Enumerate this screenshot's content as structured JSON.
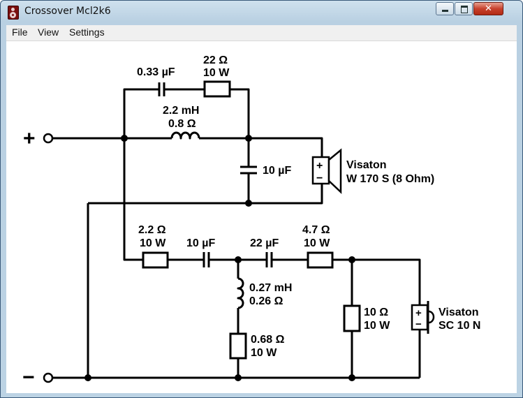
{
  "window": {
    "title": "Crossover Mcl2k6",
    "close_glyph": "✕"
  },
  "menu": {
    "items": [
      "File",
      "View",
      "Settings"
    ]
  },
  "schematic": {
    "terminals": {
      "plus": "+",
      "minus": "−"
    },
    "tweeter_branch": {
      "capacitor": "0.33 µF",
      "resistor_ohm": "22 Ω",
      "resistor_watt": "10 W",
      "inductor_h": "2.2 mH",
      "inductor_r": "0.8 Ω",
      "shunt_capacitor": "10 µF"
    },
    "woofer_speaker": {
      "brand": "Visaton",
      "model": "W 170 S (8 Ohm)",
      "plus": "+",
      "minus": "−"
    },
    "lower_branch": {
      "r1_ohm": "2.2 Ω",
      "r1_watt": "10 W",
      "c1": "10 µF",
      "c2": "22 µF",
      "r2_ohm": "4.7 Ω",
      "r2_watt": "10 W",
      "inductor_h": "0.27 mH",
      "inductor_r": "0.26 Ω",
      "r3_ohm": "0.68 Ω",
      "r3_watt": "10 W",
      "r4_ohm": "10 Ω",
      "r4_watt": "10 W"
    },
    "tweeter_speaker": {
      "brand": "Visaton",
      "model": "SC 10 N",
      "plus": "+",
      "minus": "−"
    }
  }
}
